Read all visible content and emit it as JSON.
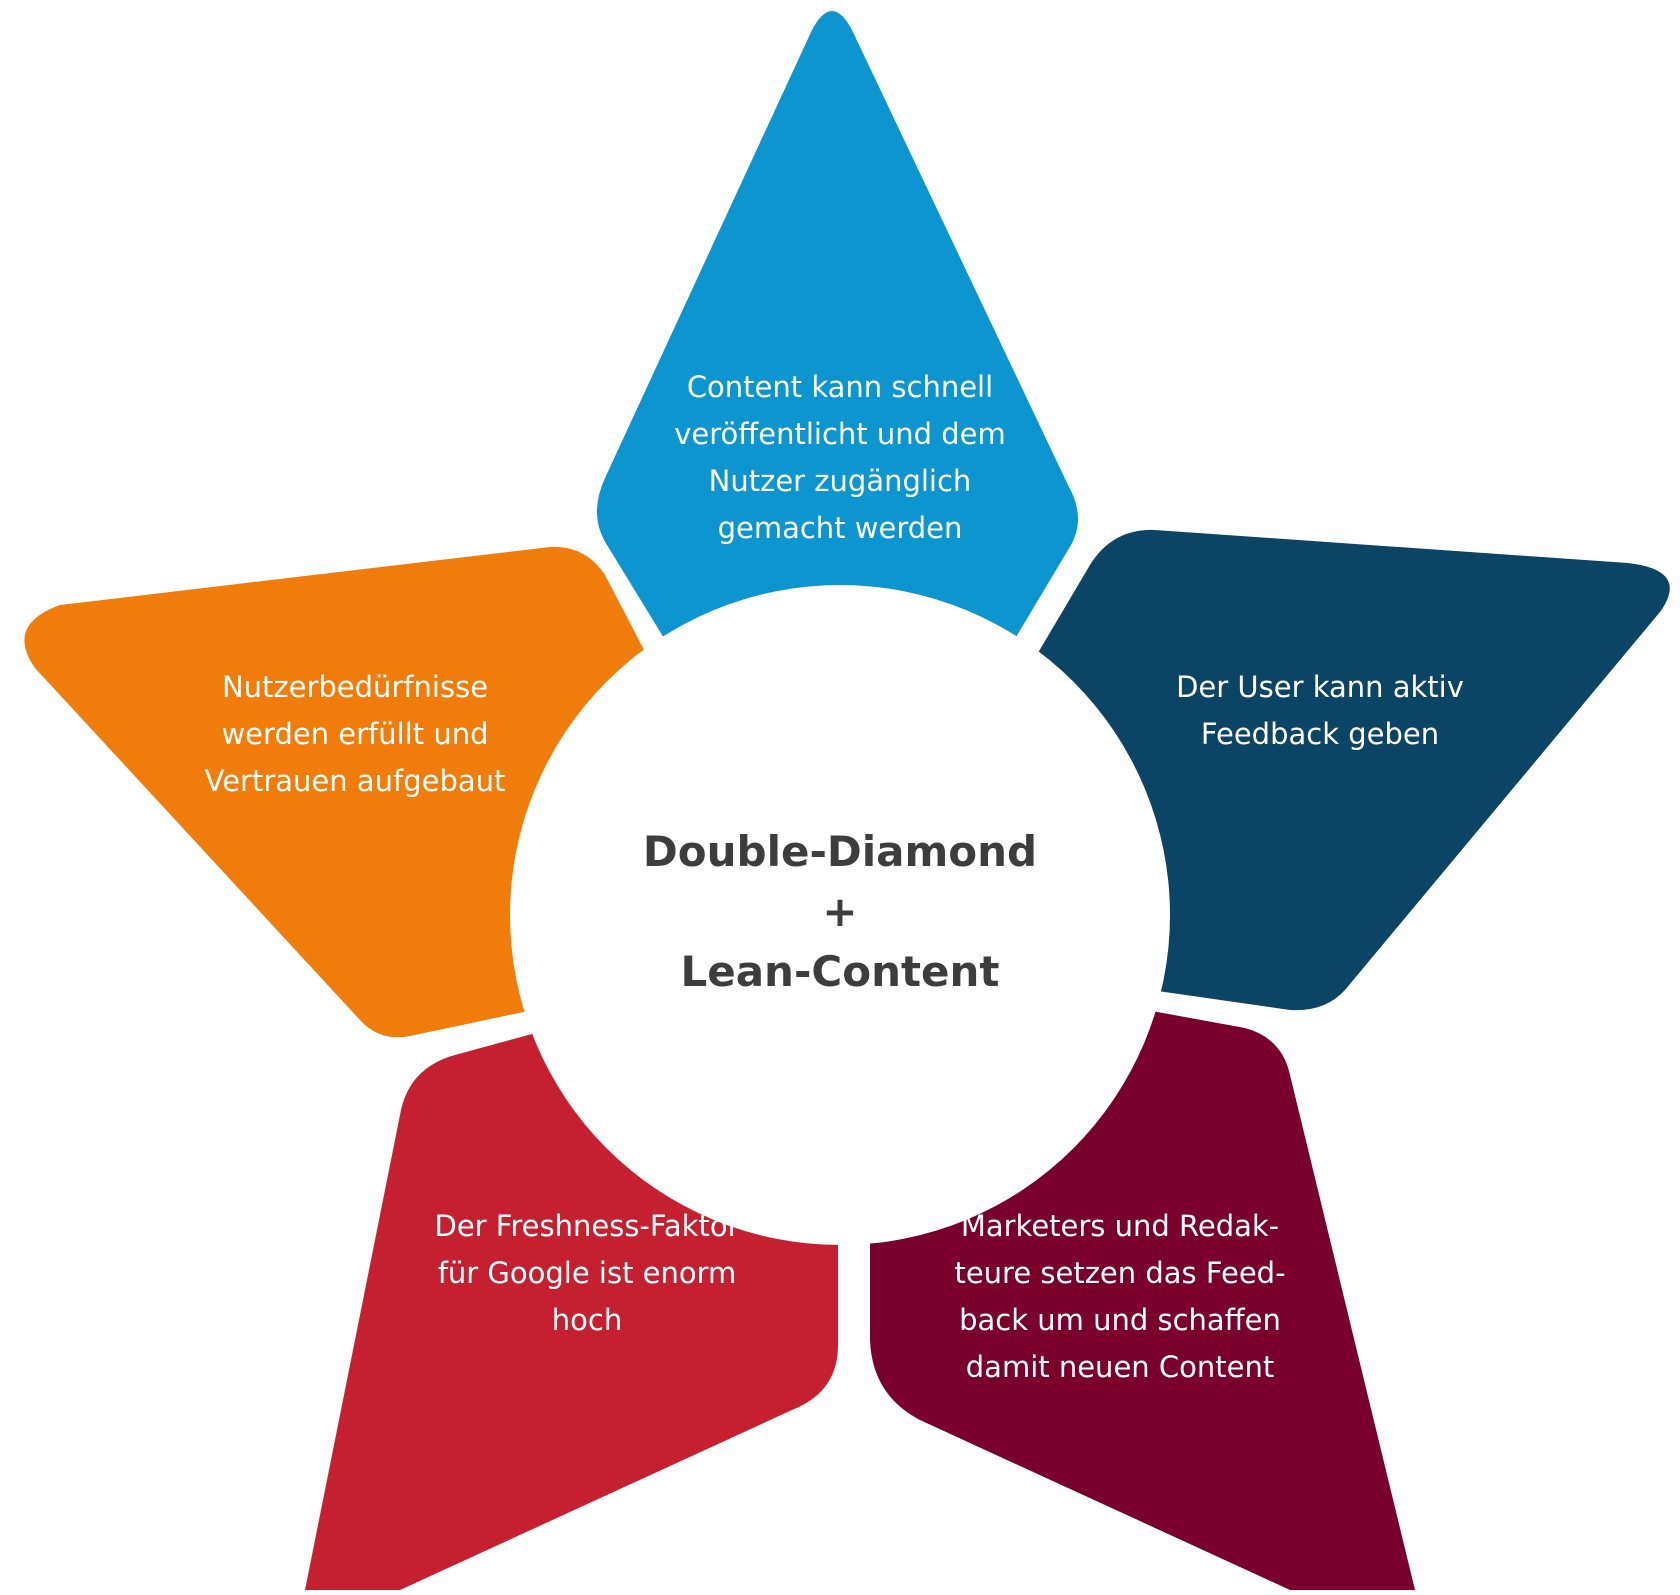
{
  "colors": {
    "top": "#0c95cf",
    "left": "#f07c0b",
    "right": "#0c4466",
    "bottom_left": "#c5202f",
    "bottom_right": "#78002a",
    "center": "#ffffff",
    "center_text": "#3d3d3d"
  },
  "center": {
    "lines": [
      "Double-Diamond",
      "+",
      "Lean-Content"
    ]
  },
  "petals": {
    "top": {
      "lines": [
        "Content kann schnell",
        "veröffentlicht und dem",
        "Nutzer zugänglich",
        "gemacht werden"
      ]
    },
    "left": {
      "lines": [
        "Nutzerbedürfnisse",
        "werden erfüllt und",
        "Vertrauen aufgebaut"
      ]
    },
    "right": {
      "lines": [
        "Der User kann aktiv",
        "Feedback geben"
      ]
    },
    "bottom_left": {
      "lines": [
        "Der Freshness-Faktor",
        "für Google ist enorm",
        "hoch"
      ]
    },
    "bottom_right": {
      "lines": [
        "Marketers und Redak-",
        "teure setzen das Feed-",
        "back um und schaffen",
        "damit neuen Content"
      ]
    }
  }
}
